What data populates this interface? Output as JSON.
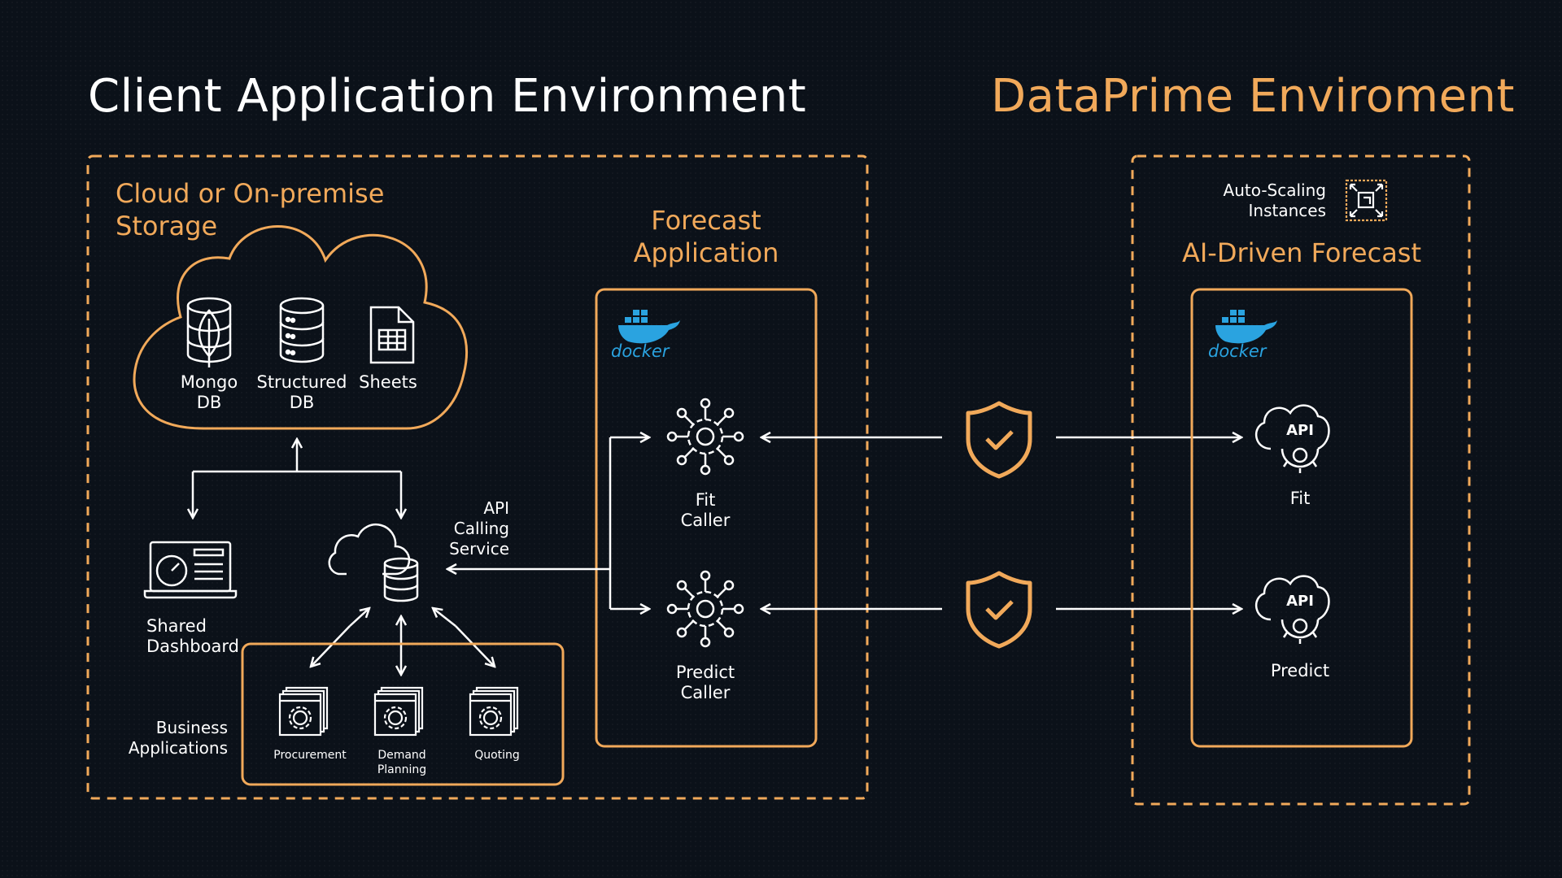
{
  "titles": {
    "client_env": "Client Application Environment",
    "dataprime_env": "DataPrime Enviroment"
  },
  "storage": {
    "title_line1": "Cloud or On-premise",
    "title_line2": "Storage",
    "items": [
      {
        "line1": "Mongo",
        "line2": "DB",
        "icon": "mongodb-icon"
      },
      {
        "line1": "Structured",
        "line2": "DB",
        "icon": "database-icon"
      },
      {
        "line1": "Sheets",
        "line2": "",
        "icon": "sheets-icon"
      }
    ]
  },
  "shared_dashboard": {
    "line1": "Shared",
    "line2": "Dashboard",
    "icon": "dashboard-icon"
  },
  "api_calling_service": {
    "line1": "API Calling",
    "line2": "Service",
    "icon": "cloud-database-icon"
  },
  "business_apps": {
    "label_line1": "Business",
    "label_line2": "Applications",
    "items": [
      {
        "line1": "Procurement",
        "line2": ""
      },
      {
        "line1": "Demand",
        "line2": "Planning"
      },
      {
        "line1": "Quoting",
        "line2": ""
      }
    ]
  },
  "forecast_app": {
    "title_line1": "Forecast",
    "title_line2": "Application",
    "docker": "docker",
    "fit_caller": {
      "line1": "Fit",
      "line2": "Caller"
    },
    "predict_caller": {
      "line1": "Predict",
      "line2": "Caller"
    }
  },
  "ai_forecast": {
    "autoscaling_line1": "Auto-Scaling",
    "autoscaling_line2": "Instances",
    "title": "AI-Driven Forecast",
    "docker": "docker",
    "api_text": "API",
    "fit": "Fit",
    "predict": "Predict"
  },
  "colors": {
    "accent": "#f1a95a",
    "background": "#0b1119",
    "line": "#ffffff",
    "docker": "#2aa3e0"
  }
}
